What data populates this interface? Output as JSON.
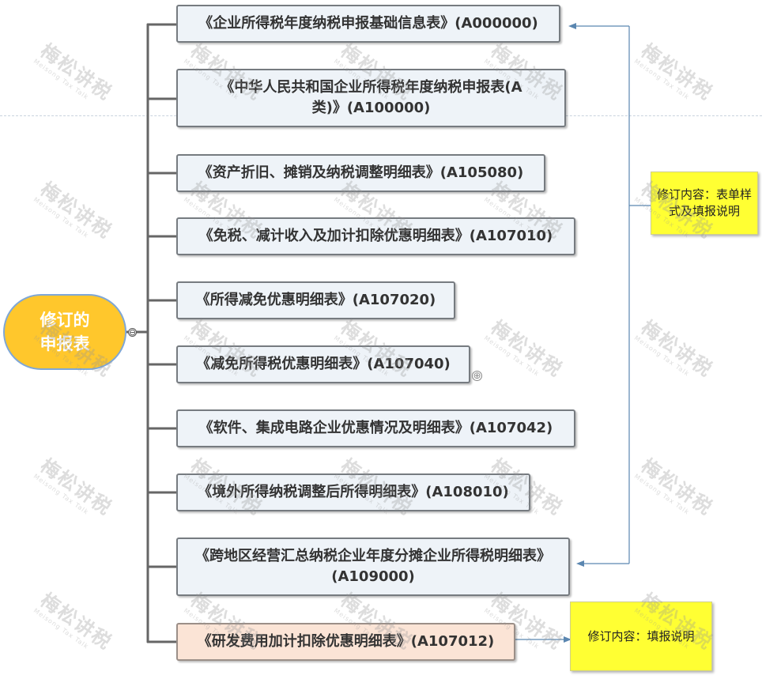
{
  "root": {
    "label": "修订的\n申报表"
  },
  "collapse_icon": "⊖",
  "expand_icon": "⊕",
  "nodes": [
    {
      "label": "《企业所得税年度纳税申报基础信息表》(A000000)",
      "style": "normal"
    },
    {
      "label": "《中华人民共和国企业所得税年度纳税申报表(A类)》(A100000)",
      "style": "normal"
    },
    {
      "label": "《资产折旧、摊销及纳税调整明细表》(A105080)",
      "style": "normal"
    },
    {
      "label": "《免税、减计收入及加计扣除优惠明细表》(A107010)",
      "style": "normal"
    },
    {
      "label": "《所得减免优惠明细表》(A107020)",
      "style": "normal"
    },
    {
      "label": "《减免所得税优惠明细表》(A107040)",
      "style": "normal"
    },
    {
      "label": "《软件、集成电路企业优惠情况及明细表》(A107042)",
      "style": "normal"
    },
    {
      "label": "《境外所得纳税调整后所得明细表》(A108010)",
      "style": "normal"
    },
    {
      "label": "《跨地区经营汇总纳税企业年度分摊企业所得税明细表》(A109000)",
      "style": "normal"
    },
    {
      "label": "《研发费用加计扣除优惠明细表》(A107012)",
      "style": "highlight"
    }
  ],
  "notes": [
    {
      "label": "修订内容：表单样式及填报说明"
    },
    {
      "label": "修订内容：填报说明"
    }
  ],
  "watermark": {
    "text": "梅松讲税",
    "subtext": "Meisong Tax Talk"
  },
  "colors": {
    "root_fill": "#ffc72c",
    "node_fill": "#eef3f8",
    "highlight_fill": "#fbe4d6",
    "note_fill": "#ffff33",
    "connector": "#666666",
    "relation_line": "#5a86b0"
  }
}
